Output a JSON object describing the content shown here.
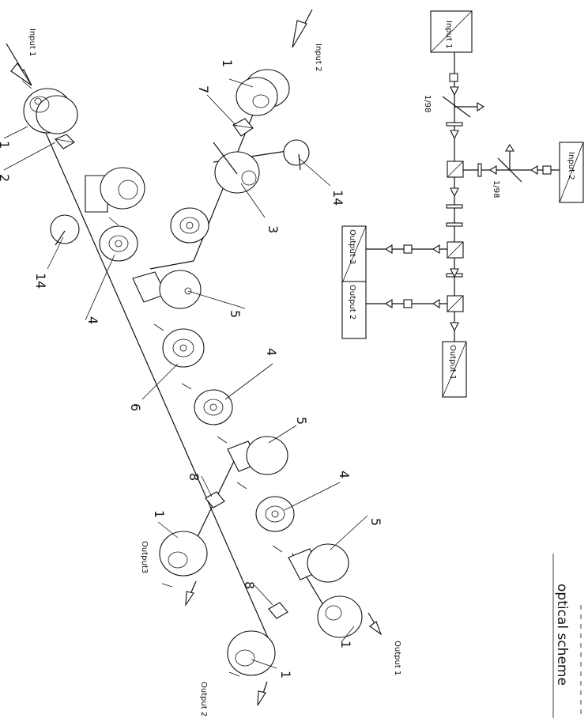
{
  "labels": {
    "input_1": "Input 1",
    "input_2": "Input 2",
    "output_1": "Output 1",
    "output_2": "Output 2",
    "output_3": "Output3",
    "ratio_a": "1/98",
    "ratio_b": "1/98"
  },
  "callouts": [
    "1",
    "1",
    "2",
    "14",
    "7",
    "3",
    "14",
    "4",
    "5",
    "6",
    "4",
    "5",
    "8",
    "1",
    "4",
    "5",
    "8",
    "1",
    "1"
  ],
  "scheme": {
    "input_1": "Input 1",
    "input_2": "Input 2",
    "output_1": "Output 1",
    "output_2": "Output 2",
    "output_3": "Output 3",
    "ratio_a": "1/98",
    "ratio_b": "1/98"
  },
  "caption": "optical scheme"
}
